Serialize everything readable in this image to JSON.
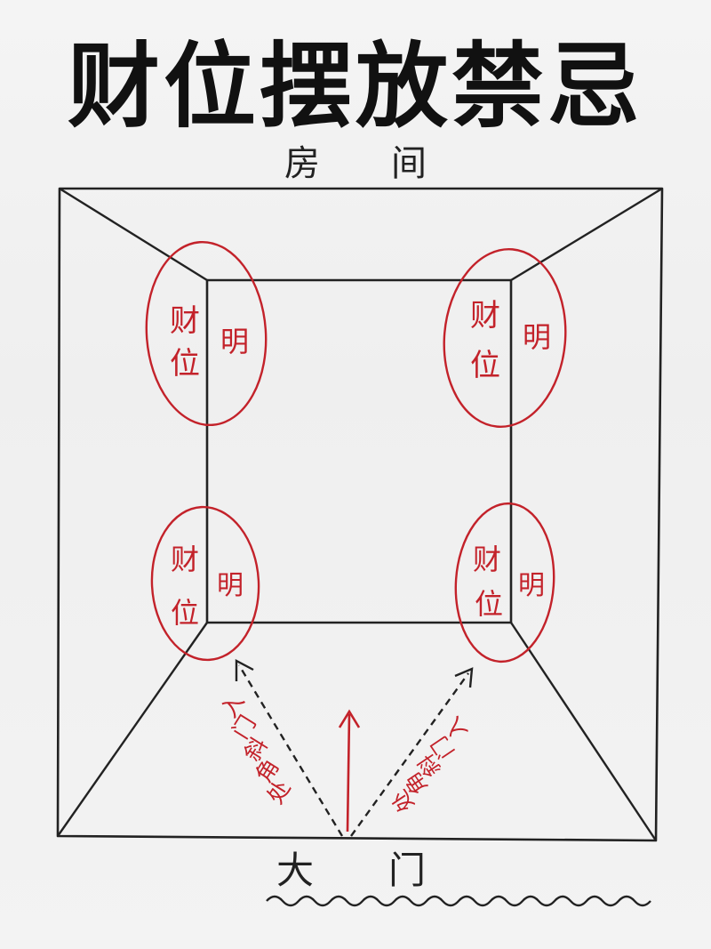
{
  "title": "财位摆放禁忌",
  "room_label": "房　　间",
  "door_label": "大　　门",
  "colors": {
    "ink": "#222222",
    "red": "#c3222a",
    "paper": "#f2f2f2",
    "title": "#111111"
  },
  "zones": {
    "wealth_char_1": "财",
    "wealth_char_2": "位",
    "bright_char": "明"
  },
  "arrow_note_left": [
    "入",
    "门",
    "斜",
    "角",
    "处"
  ],
  "arrow_note_right": [
    "入",
    "门",
    "斜",
    "角",
    "处"
  ]
}
